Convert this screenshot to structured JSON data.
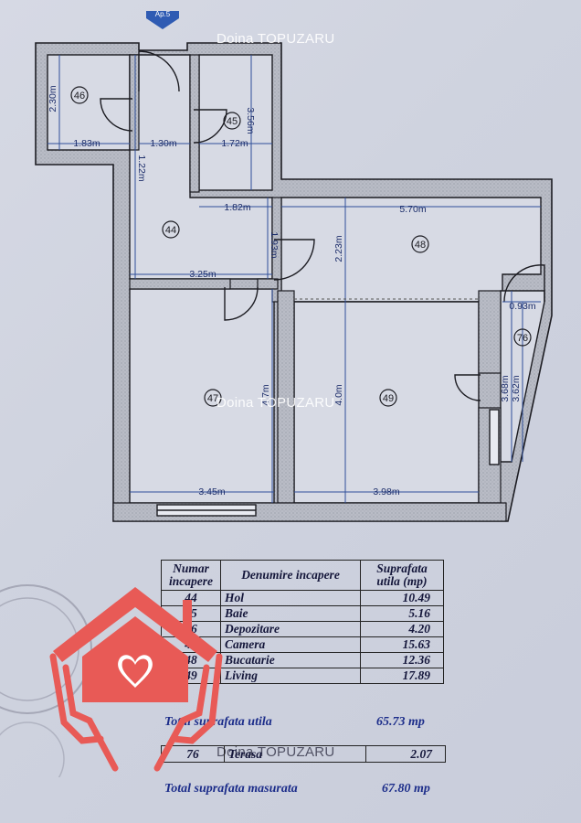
{
  "watermarks": [
    "Doina TOPUZARU",
    "Doina TOPUZARU",
    "Doina TOPUZARU"
  ],
  "entrance_label": "Ap.5",
  "rooms": [
    {
      "id": "46"
    },
    {
      "id": "45"
    },
    {
      "id": "44"
    },
    {
      "id": "48"
    },
    {
      "id": "47"
    },
    {
      "id": "49"
    },
    {
      "id": "76"
    }
  ],
  "dimensions": [
    "2.30m",
    "1.83m",
    "1.30m",
    "1.72m",
    "3.56m",
    "1.22m",
    "1.82m",
    "1.93m",
    "5.70m",
    "2.23m",
    "3.25m",
    "0.93m",
    "3.68m",
    "3.62m",
    "3.45m",
    "3.98m",
    "4.7m",
    "4.0m"
  ],
  "table": {
    "headers": [
      "Numar incapere",
      "Denumire incapere",
      "Suprafata utila (mp)"
    ],
    "rows": [
      {
        "nr": "44",
        "name": "Hol",
        "area": "10.49"
      },
      {
        "nr": "45",
        "name": "Baie",
        "area": "5.16"
      },
      {
        "nr": "46",
        "name": "Depozitare",
        "area": "4.20"
      },
      {
        "nr": "47",
        "name": "Camera",
        "area": "15.63"
      },
      {
        "nr": "48",
        "name": "Bucatarie",
        "area": "12.36"
      },
      {
        "nr": "49",
        "name": "Living",
        "area": "17.89"
      }
    ],
    "total_useful_label": "Total suprafata utila",
    "total_useful_value": "65.73 mp",
    "terrace": {
      "nr": "76",
      "name": "Terasa",
      "area": "2.07"
    },
    "total_measured_label": "Total suprafata masurata",
    "total_measured_value": "67.80 mp"
  },
  "colors": {
    "wall_fill": "#b9bcc6",
    "wall_line": "#1c1c22",
    "dim_line": "#2f4f9a",
    "logo": "#e85a56"
  }
}
